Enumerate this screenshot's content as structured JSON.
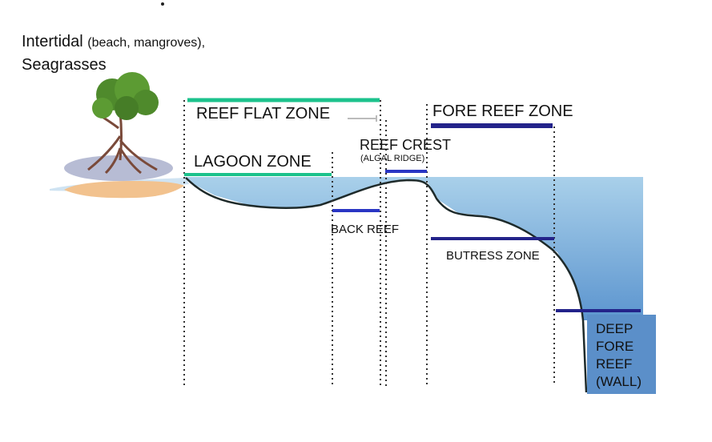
{
  "title": {
    "main": "Intertidal",
    "main_detail": "(beach, mangroves),",
    "second": "Seagrasses"
  },
  "zones": {
    "reef_flat": "REEF FLAT ZONE",
    "fore_reef": "FORE REEF ZONE",
    "reef_crest": "REEF CREST",
    "reef_crest_detail": "(ALGAL RIDGE)",
    "lagoon": "LAGOON ZONE",
    "back_reef": "BACK REEF",
    "butress": "BUTRESS ZONE",
    "deep_fore_reef": [
      "DEEP",
      "FORE",
      "REEF",
      "(WALL)"
    ]
  },
  "colors": {
    "water_top": "#a9d0ea",
    "water_bottom": "#5c95cf",
    "green_bar": "#1cc28c",
    "navy_bar": "#23238a",
    "blue_bar": "#2a36c4",
    "deep_box": "#5b8fc9",
    "sand": "#f2c28e",
    "tree_leaf": "#4f8a2c",
    "tree_trunk": "#7a4a3a"
  },
  "icons": {
    "tree": "mangrove-tree-icon",
    "arrow": "reef-flat-arrow-icon"
  }
}
